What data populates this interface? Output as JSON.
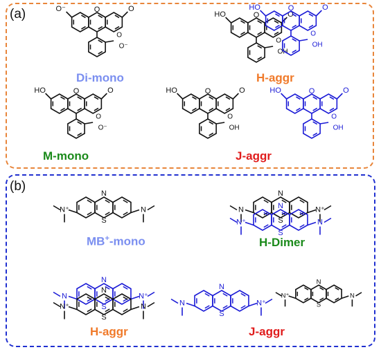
{
  "colors": {
    "panel_a_border": "#e8853a",
    "panel_b_border": "#1f2fd0",
    "bond_black": "#111111",
    "bond_blue": "#1a1ad6",
    "label_light_blue": "#7b8ff0",
    "label_orange": "#f07a2a",
    "label_green": "#1a8a1a",
    "label_red": "#e01c1c"
  },
  "panel_a": {
    "letter": "(a)",
    "labels": {
      "di_mono": "Di-mono",
      "h_aggr": "H-aggr",
      "m_mono": "M-mono",
      "j_aggr": "J-aggr"
    }
  },
  "panel_b": {
    "letter": "(b)",
    "labels": {
      "mb_mono_main": "MB",
      "mb_mono_sup": "+",
      "mb_mono_tail": "-mono",
      "h_dimer": "H-Dimer",
      "h_aggr": "H-aggr",
      "j_aggr": "J-aggr"
    }
  },
  "atoms": {
    "o": "O",
    "o_minus": "O⁻",
    "oh": "OH",
    "ho": "HO",
    "n": "N",
    "s": "S",
    "n_plus": "N⁺"
  }
}
